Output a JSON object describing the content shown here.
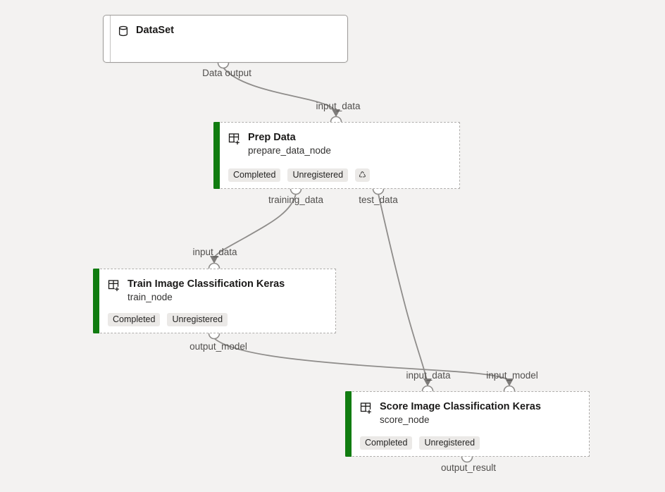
{
  "colors": {
    "canvas_bg": "#f3f2f1",
    "node_bg": "#ffffff",
    "accent_green": "#107c10",
    "edge_gray": "#8f8d8b",
    "badge_bg": "#ebe9e7"
  },
  "nodes": [
    {
      "title": "DataSet",
      "icon": "database-icon",
      "output_ports": [
        "Data output"
      ]
    },
    {
      "title": "Prep Data",
      "subtitle": "prepare_data_node",
      "icon": "component-grid-icon",
      "badges": [
        "Completed",
        "Unregistered"
      ],
      "reuse_icon": "♺",
      "input_ports": [
        "input_data"
      ],
      "output_ports": [
        "training_data",
        "test_data"
      ]
    },
    {
      "title": "Train Image Classification Keras",
      "subtitle": "train_node",
      "icon": "component-grid-icon",
      "badges": [
        "Completed",
        "Unregistered"
      ],
      "input_ports": [
        "input_data"
      ],
      "output_ports": [
        "output_model"
      ]
    },
    {
      "title": "Score Image Classification Keras",
      "subtitle": "score_node",
      "icon": "component-grid-icon",
      "badges": [
        "Completed",
        "Unregistered"
      ],
      "input_ports": [
        "input_data",
        "input_model"
      ],
      "output_ports": [
        "output_result"
      ]
    }
  ]
}
